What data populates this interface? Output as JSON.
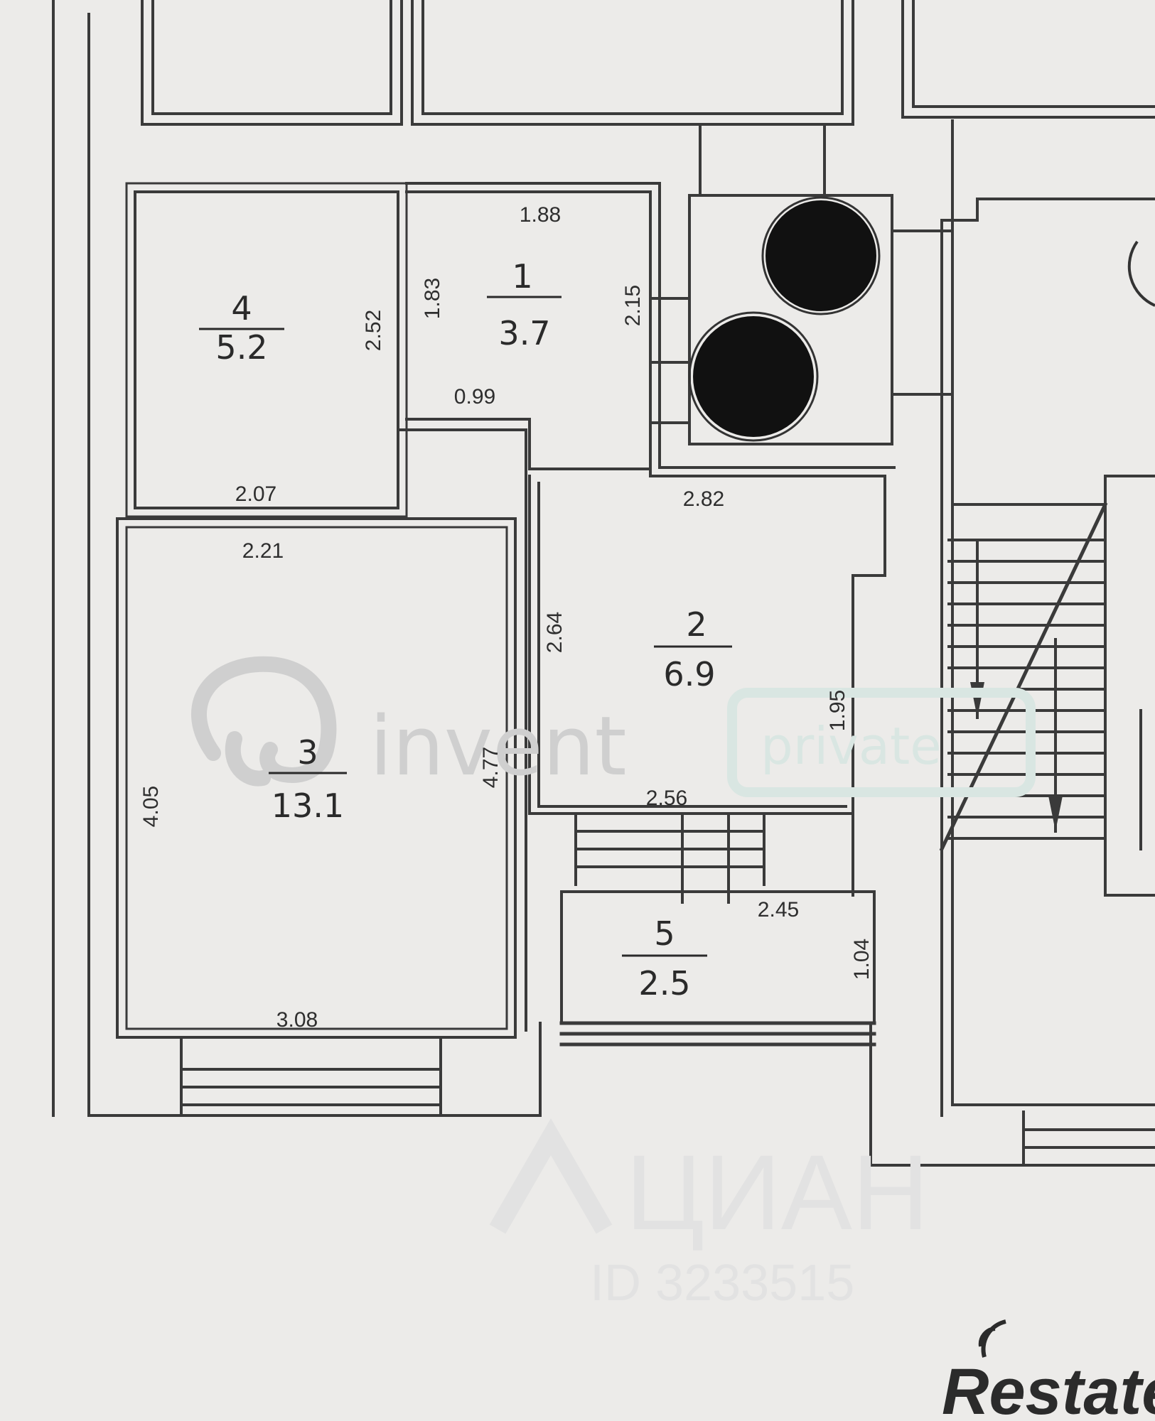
{
  "rooms": [
    {
      "number": "4",
      "area": "5.2"
    },
    {
      "number": "1",
      "area": "3.7"
    },
    {
      "number": "2",
      "area": "6.9"
    },
    {
      "number": "3",
      "area": "13.1"
    },
    {
      "number": "5",
      "area": "2.5"
    }
  ],
  "dimensions": {
    "d_1_88": "1.88",
    "d_1_83": "1.83",
    "d_2_15": "2.15",
    "d_2_52": "2.52",
    "d_0_99": "0.99",
    "d_2_07": "2.07",
    "d_2_21": "2.21",
    "d_2_82": "2.82",
    "d_2_64": "2.64",
    "d_1_95": "1.95",
    "d_4_05": "4.05",
    "d_4_77": "4.77",
    "d_2_56": "2.56",
    "d_2_45": "2.45",
    "d_1_04": "1.04",
    "d_3_08": "3.08"
  },
  "watermarks": {
    "invent": "invent",
    "private": "private",
    "cian": "ЦИАН",
    "id": "ID 3233515"
  },
  "brand": {
    "logo": "Restate"
  }
}
